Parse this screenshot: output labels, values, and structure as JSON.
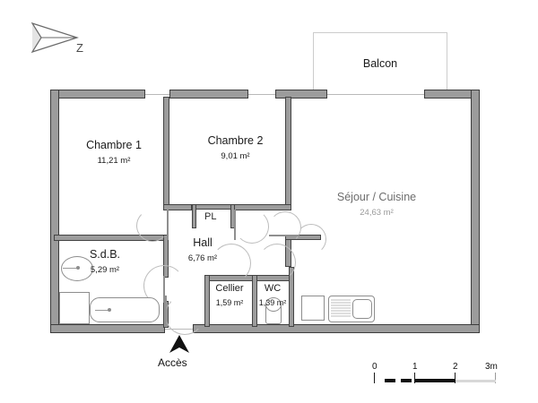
{
  "compass": {
    "icon": "north-arrow-icon",
    "label": "Z"
  },
  "rooms": [
    {
      "id": "chambre1",
      "name": "Chambre 1",
      "area": "11,21 m²"
    },
    {
      "id": "chambre2",
      "name": "Chambre 2",
      "area": "9,01 m²"
    },
    {
      "id": "sejour",
      "name": "Séjour / Cuisine",
      "area": "24,63 m²"
    },
    {
      "id": "sdb",
      "name": "S.d.B.",
      "area": "5,29 m²"
    },
    {
      "id": "hall",
      "name": "Hall",
      "area": "6,76 m²"
    },
    {
      "id": "cellier",
      "name": "Cellier",
      "area": "1,59 m²"
    },
    {
      "id": "wc",
      "name": "WC",
      "area": "1,39 m²"
    },
    {
      "id": "balcon",
      "name": "Balcon",
      "area": ""
    }
  ],
  "closet": {
    "label": "PL"
  },
  "access": {
    "label": "Accès",
    "icon": "entrance-arrow-icon"
  },
  "scale": {
    "ticks": [
      "0",
      "1",
      "2",
      "3m"
    ]
  },
  "colors": {
    "wall_fill": "#9c9c9c",
    "wall_stroke": "#3d3d3d",
    "fixture_stroke": "#8d8d8d",
    "text": "#1b1b1b",
    "faded_text": "#9a9a9a",
    "balcony_stroke": "#cccccc"
  }
}
